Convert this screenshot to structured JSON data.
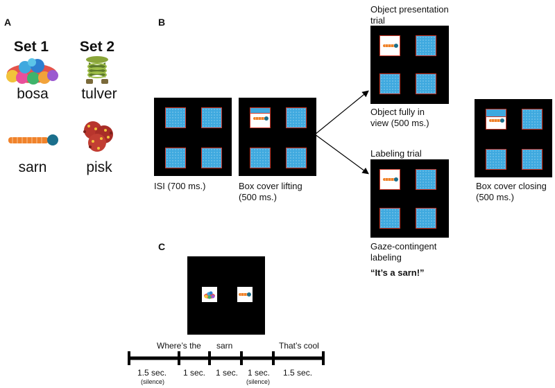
{
  "panels": {
    "a": "A",
    "b": "B",
    "c": "C"
  },
  "set1": {
    "title": "Set 1",
    "objects": [
      "bosa",
      "sarn"
    ]
  },
  "set2": {
    "title": "Set 2",
    "objects": [
      "tulver",
      "pisk"
    ]
  },
  "panel_b": {
    "isi_caption": "ISI (700 ms.)",
    "lift_caption": [
      "Box cover lifting",
      "(500 ms.)"
    ],
    "object_trial_title": [
      "Object presentation",
      "trial"
    ],
    "object_trial_caption": [
      "Object fully in",
      "view (500 ms.)"
    ],
    "labeling_trial_title": "Labeling trial",
    "labeling_caption": [
      "Gaze-contingent",
      "labeling"
    ],
    "labeling_quote": "“It’s a sarn!”",
    "closing_caption": [
      "Box cover closing",
      "(500 ms.)"
    ]
  },
  "panel_c": {
    "speech": [
      "Where’s the",
      "sarn",
      "That’s cool"
    ],
    "durations": [
      "1.5 sec.",
      "1 sec.",
      "1 sec.",
      "1 sec.",
      "1.5 sec."
    ],
    "silence_note": "(silence)"
  },
  "colors": {
    "box_blue": "#3fa9df",
    "box_border": "#d23a2a",
    "screen": "#000000"
  }
}
